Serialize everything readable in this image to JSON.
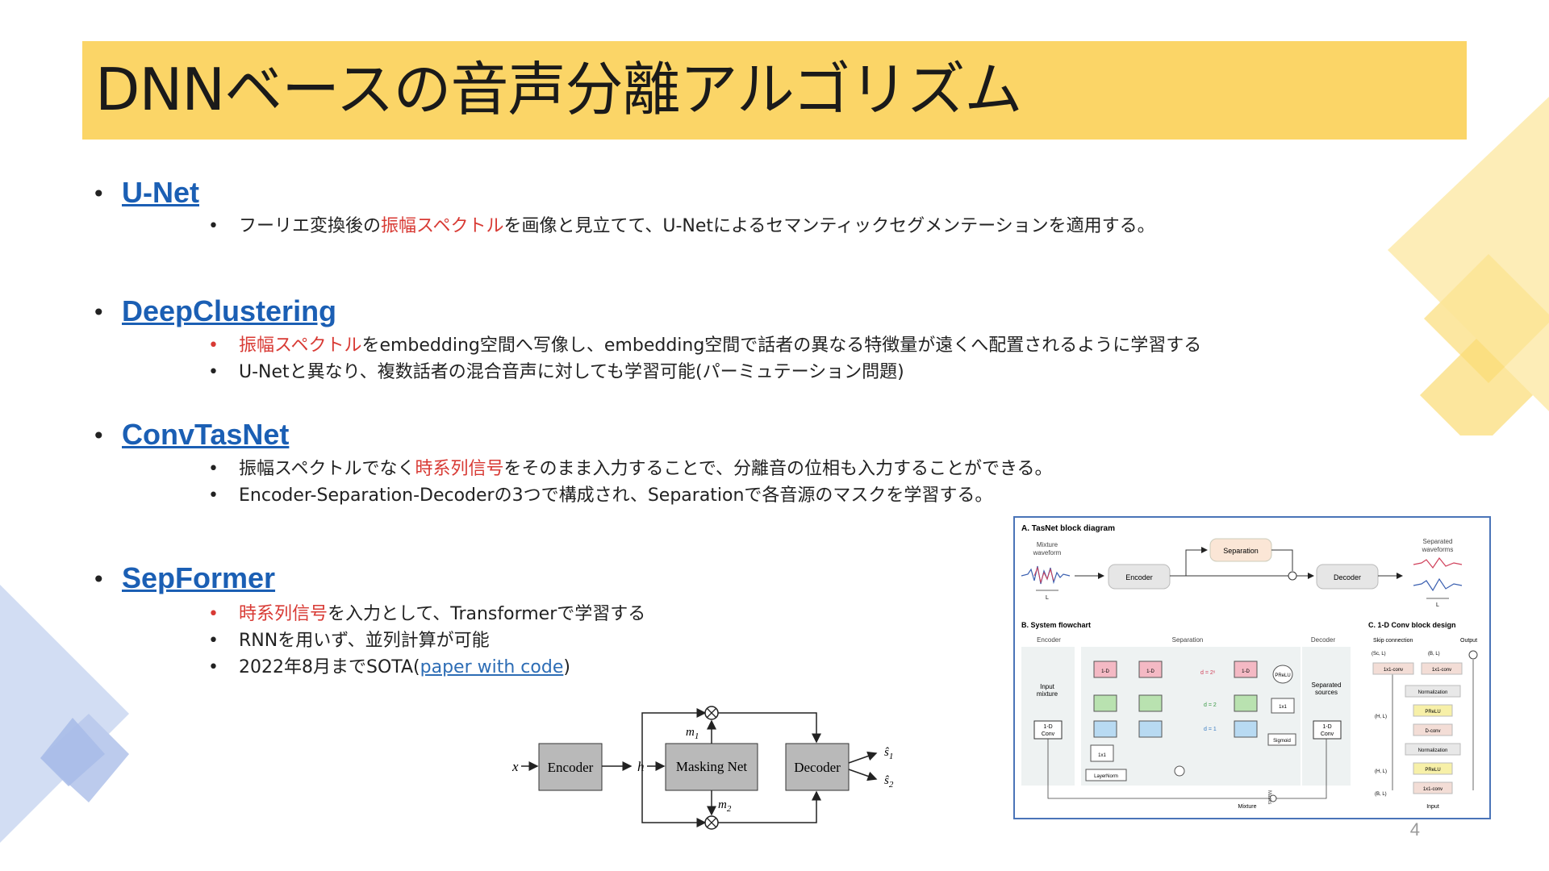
{
  "slide": {
    "title": "DNNベースの音声分離アルゴリズム",
    "page_number": "4"
  },
  "sections": [
    {
      "heading": "U-Net",
      "bullets": [
        {
          "parts": [
            {
              "t": "フーリエ変換後の",
              "hl": false
            },
            {
              "t": "振幅スペクトル",
              "hl": true
            },
            {
              "t": "を画像と見立てて、U-Netによるセマンティックセグメンテーションを適用する。",
              "hl": false
            }
          ]
        }
      ]
    },
    {
      "heading": "DeepClustering",
      "bullets": [
        {
          "parts": [
            {
              "t": "振幅スペクトル",
              "hl": true
            },
            {
              "t": "をembedding空間へ写像し、embedding空間で話者の異なる特徴量が遠くへ配置されるように学習する",
              "hl": false
            }
          ]
        },
        {
          "parts": [
            {
              "t": "U-Netと異なり、複数話者の混合音声に対しても学習可能(パーミュテーション問題)",
              "hl": false
            }
          ]
        }
      ]
    },
    {
      "heading": "ConvTasNet",
      "bullets": [
        {
          "parts": [
            {
              "t": "振幅スペクトルでなく",
              "hl": false
            },
            {
              "t": "時系列信号",
              "hl": true
            },
            {
              "t": "をそのまま入力することで、分離音の位相も入力することができる。",
              "hl": false
            }
          ]
        },
        {
          "parts": [
            {
              "t": "Encoder-Separation-Decoderの3つで構成され、Separationで各音源のマスクを学習する。",
              "hl": false
            }
          ]
        }
      ]
    },
    {
      "heading": "SepFormer",
      "bullets": [
        {
          "parts": [
            {
              "t": "時系列信号",
              "hl": true
            },
            {
              "t": "を入力として、Transformerで学習する",
              "hl": false
            }
          ]
        },
        {
          "parts": [
            {
              "t": "RNNを用いず、並列計算が可能",
              "hl": false
            }
          ]
        },
        {
          "parts": [
            {
              "t": "2022年8月までSOTA(",
              "hl": false
            },
            {
              "t": "paper with code",
              "link": true
            },
            {
              "t": ")",
              "hl": false
            }
          ]
        }
      ]
    }
  ],
  "colors": {
    "title_bg": "#fbd567",
    "heading": "#1b5fb4",
    "highlight": "#d83a34",
    "link": "#2d6db5",
    "deco_blue": "#c5d3ef",
    "deco_yellow": "#fde9a6"
  },
  "sepformer_diagram": {
    "input": "x",
    "encoder": "Encoder",
    "latent": "h",
    "masking": "Masking Net",
    "mask1": "m",
    "mask1_sub": "1",
    "mask2": "m",
    "mask2_sub": "2",
    "decoder": "Decoder",
    "out1": "ŝ",
    "out1_sub": "1",
    "out2": "ŝ",
    "out2_sub": "2"
  },
  "tasnet_figure": {
    "panel_a": "A. TasNet block diagram",
    "mixture": [
      "Mixture",
      "waveform"
    ],
    "len_label": "L",
    "encoder": "Encoder",
    "separation": "Separation",
    "decoder": "Decoder",
    "separated": [
      "Separated",
      "waveforms"
    ],
    "panel_b": "B. System flowchart",
    "col_encoder": "Encoder",
    "col_separation": "Separation",
    "col_decoder": "Decoder",
    "input_mixture": [
      "Input",
      "mixture"
    ],
    "conv_1d": [
      "1-D",
      "Conv"
    ],
    "conv_1x1": [
      "1x1",
      "Conv"
    ],
    "layernorm": "LayerNorm",
    "prelu": "PReLU",
    "sigmoid": "Sigmoid",
    "masks": "Masks",
    "mixture_bottom": "Mixture",
    "dilations": [
      "d = 2ˣ",
      "d = 2",
      "d = 1"
    ],
    "separated_sources": [
      "Separated",
      "sources"
    ],
    "panel_c": "C. 1-D Conv block design",
    "skip_connection": "Skip connection",
    "output": "Output",
    "sc_l": "(Sc, L)",
    "bl": "(B, L)",
    "hl": "(H, L)",
    "hl2": "(H, L)",
    "bl2": "(B, L)",
    "c_blocks": [
      "1x1-conv",
      "1x1-conv",
      "Normalization",
      "PReLU",
      "D-conv",
      "Normalization",
      "PReLU",
      "1x1-conv"
    ],
    "c_input": "Input"
  }
}
